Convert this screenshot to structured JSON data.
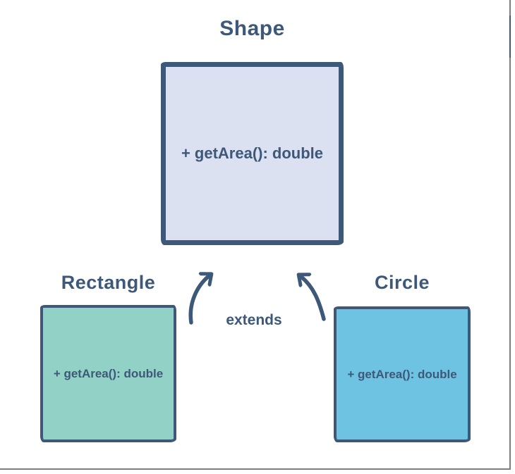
{
  "diagram": {
    "title": "Shape",
    "relation_label": "extends",
    "classes": [
      {
        "name": "Shape",
        "member": "+ getArea(): double"
      },
      {
        "name": "Rectangle",
        "member": "+ getArea(): double"
      },
      {
        "name": "Circle",
        "member": "+ getArea(): double"
      }
    ],
    "icons": [
      {
        "name": "inheritance-arrow-left",
        "meaning": "curved arrow from Rectangle up to Shape"
      },
      {
        "name": "inheritance-arrow-right",
        "meaning": "curved arrow from Circle up to Shape"
      }
    ],
    "colors": {
      "ink": "#3d5878",
      "shape_fill": "#dbe1f1",
      "rectangle_fill": "#92d1c6",
      "circle_fill": "#6fc3e2",
      "canvas_edge_gray": "#7d7d7d"
    }
  }
}
